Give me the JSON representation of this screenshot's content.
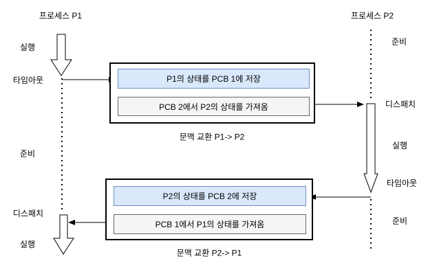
{
  "colors": {
    "save_fill": "#dae8fc",
    "save_border": "#6c8ebf",
    "load_fill": "#f5f5f5",
    "load_border": "#666666",
    "line": "#000000"
  },
  "p1_lane": {
    "title": "프로세스 P1",
    "labels": {
      "running_top": "실행",
      "timeout": "타임아웃",
      "ready": "준비",
      "dispatch": "디스패치",
      "running_bottom": "실행"
    }
  },
  "p2_lane": {
    "title": "프로세스 P2",
    "labels": {
      "ready_top": "준비",
      "dispatch": "디스패치",
      "running": "실행",
      "timeout": "타임아웃",
      "ready_bottom": "준비"
    }
  },
  "context_switch_1": {
    "save_state": "P1의 상태를 PCB 1에 저장",
    "load_state": "PCB 2에서 P2의 상태를 가져옴",
    "caption": "문맥 교환 P1-> P2"
  },
  "context_switch_2": {
    "save_state": "P2의 상태를 PCB 2에 저장",
    "load_state": "PCB 1에서 P1의 상태를 가져옴",
    "caption": "문맥 교환 P2-> P1"
  }
}
